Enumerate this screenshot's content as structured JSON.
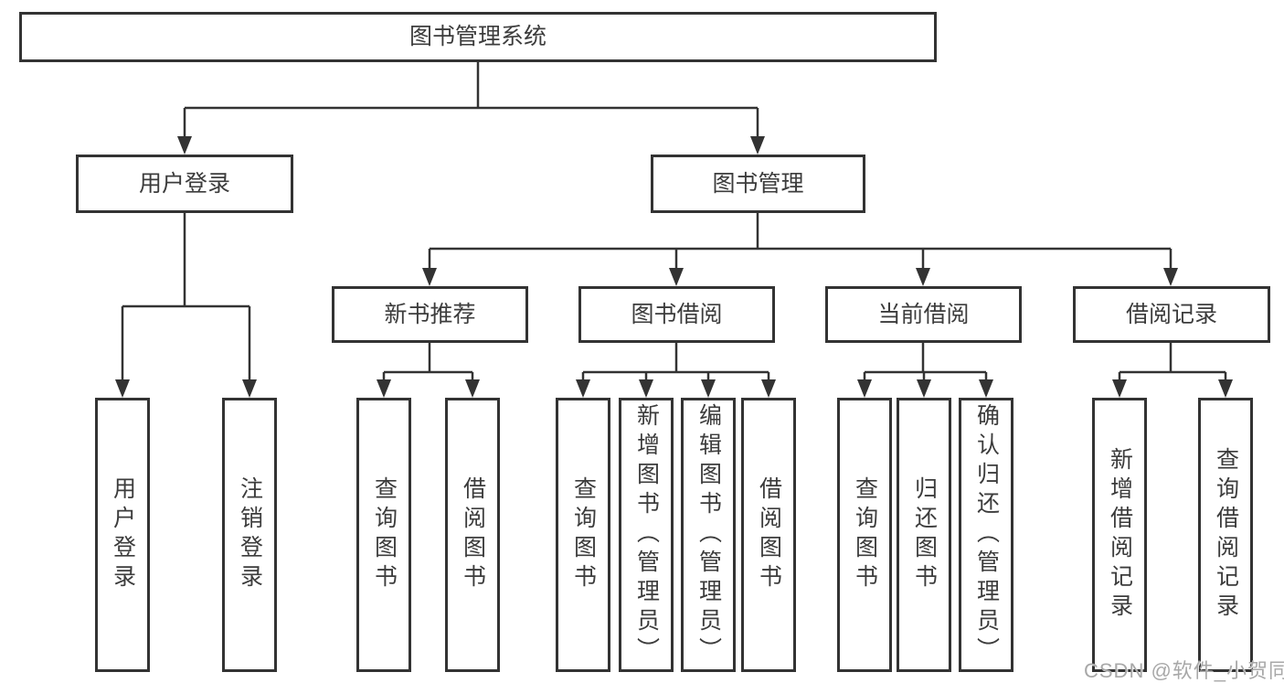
{
  "diagram": {
    "tree": {
      "label": "图书管理系统",
      "children": [
        {
          "label": "用户登录",
          "children": [
            {
              "label": "用户登录"
            },
            {
              "label": "注销登录"
            }
          ]
        },
        {
          "label": "图书管理",
          "children": [
            {
              "label": "新书推荐",
              "children": [
                {
                  "label": "查询图书"
                },
                {
                  "label": "借阅图书"
                }
              ]
            },
            {
              "label": "图书借阅",
              "children": [
                {
                  "label": "查询图书"
                },
                {
                  "label": "新增图书（管理员）"
                },
                {
                  "label": "编辑图书（管理员）"
                },
                {
                  "label": "借阅图书"
                }
              ]
            },
            {
              "label": "当前借阅",
              "children": [
                {
                  "label": "查询图书"
                },
                {
                  "label": "归还图书"
                },
                {
                  "label": "确认归还（管理员）"
                }
              ]
            },
            {
              "label": "借阅记录",
              "children": [
                {
                  "label": "新增借阅记录"
                },
                {
                  "label": "查询借阅记录"
                }
              ]
            }
          ]
        }
      ]
    },
    "watermark": "CSDN @软件_小贺同学",
    "colors": {
      "line": "#333333",
      "text": "#3c3c3c",
      "background": "#ffffff",
      "watermark": "#a8a8a8"
    }
  }
}
